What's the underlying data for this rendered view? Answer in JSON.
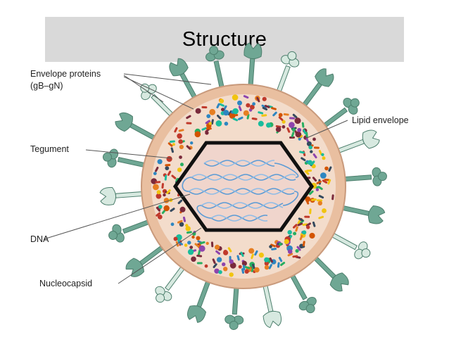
{
  "slide": {
    "title": "Structure"
  },
  "labels": {
    "envelope_proteins_line1": "Envelope proteins",
    "envelope_proteins_line2": "(gB–gN)",
    "tegument": "Tegument",
    "dna": "DNA",
    "nucleocapsid": "Nucleocapsid",
    "lipid_envelope": "Lipid envelope"
  },
  "colors": {
    "spike": "#6fa794",
    "spike_stroke": "#4d7f6d",
    "spike_light": "#d7e9e0",
    "envelope": "#e9bfa0",
    "tegument_bg": "#f3dccb",
    "capsid_fill": "#f0d5cc",
    "capsid_stroke": "#111111",
    "dna": "#5b9bd5"
  }
}
